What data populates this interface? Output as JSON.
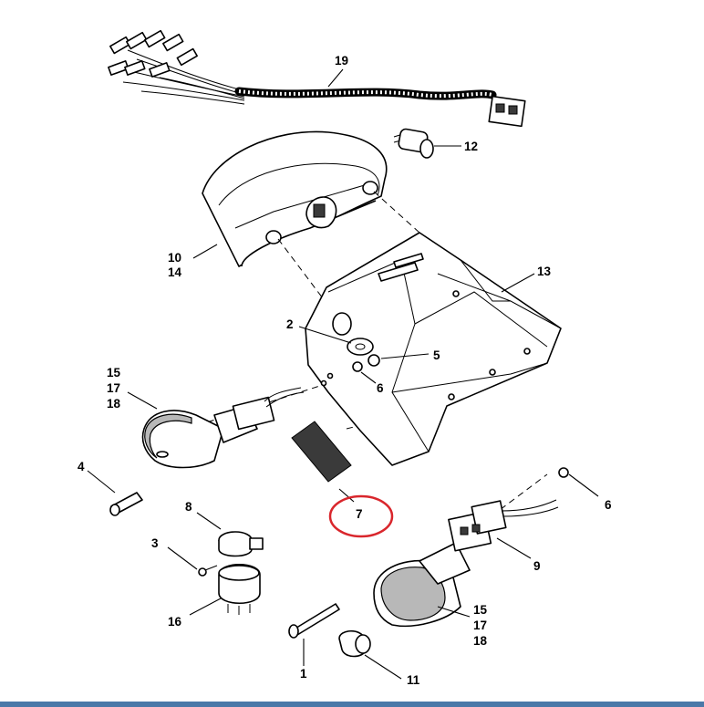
{
  "diagram": {
    "callouts": {
      "c1": "1",
      "c2": "2",
      "c3": "3",
      "c4": "4",
      "c5": "5",
      "c6a": "6",
      "c6b": "6",
      "c7": "7",
      "c8": "8",
      "c9": "9",
      "c10": "10",
      "c14": "14",
      "c11": "11",
      "c12": "12",
      "c13": "13",
      "c15a": "15",
      "c17a": "17",
      "c18a": "18",
      "c15b": "15",
      "c17b": "17",
      "c18b": "18",
      "c16": "16",
      "c19": "19"
    },
    "highlight_color": "#d9262c",
    "line_color": "#000000"
  }
}
